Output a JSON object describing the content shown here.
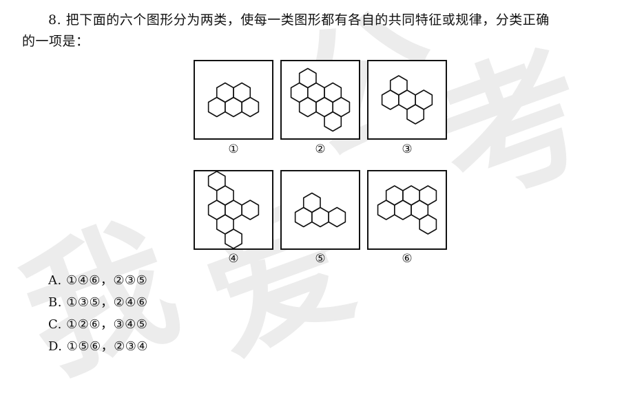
{
  "question": {
    "number": "8.",
    "text_line1": "把下面的六个图形分为两类，使每一类图形都有各自的共同特征或规律，分类正确",
    "text_line2": "的一项是："
  },
  "figures": [
    {
      "label": "①",
      "hexes": [
        [
          0,
          0
        ],
        [
          1,
          0
        ],
        [
          1,
          -1
        ],
        [
          2,
          -1
        ],
        [
          2,
          0
        ]
      ]
    },
    {
      "label": "②",
      "hexes": [
        [
          0,
          0
        ],
        [
          1,
          0
        ],
        [
          2,
          0
        ],
        [
          0,
          1
        ],
        [
          1,
          1
        ],
        [
          2,
          1
        ],
        [
          1,
          -1
        ],
        [
          1,
          2
        ]
      ]
    },
    {
      "label": "③",
      "hexes": [
        [
          0,
          0
        ],
        [
          1,
          0
        ],
        [
          2,
          0
        ],
        [
          1,
          -1
        ],
        [
          1,
          1
        ]
      ]
    },
    {
      "label": "④",
      "hexes": [
        [
          0,
          0
        ],
        [
          1,
          0
        ],
        [
          1,
          -1
        ],
        [
          2,
          0
        ],
        [
          0,
          1
        ],
        [
          0,
          2
        ],
        [
          1,
          -2
        ]
      ]
    },
    {
      "label": "⑤",
      "hexes": [
        [
          0,
          0
        ],
        [
          1,
          0
        ],
        [
          2,
          0
        ],
        [
          1,
          -1
        ]
      ]
    },
    {
      "label": "⑥",
      "hexes": [
        [
          0,
          0
        ],
        [
          1,
          0
        ],
        [
          2,
          0
        ],
        [
          1,
          -1
        ],
        [
          2,
          -1
        ],
        [
          2,
          1
        ],
        [
          3,
          -1
        ]
      ]
    }
  ],
  "options": [
    {
      "letter": "A.",
      "text": "①④⑥，②③⑤"
    },
    {
      "letter": "B.",
      "text": "①③⑤，②④⑥"
    },
    {
      "letter": "C.",
      "text": "①②⑥，③④⑤"
    },
    {
      "letter": "D.",
      "text": "①⑤⑥，②③④"
    }
  ],
  "style": {
    "stroke": "#111111",
    "watermark": "#ececec"
  }
}
